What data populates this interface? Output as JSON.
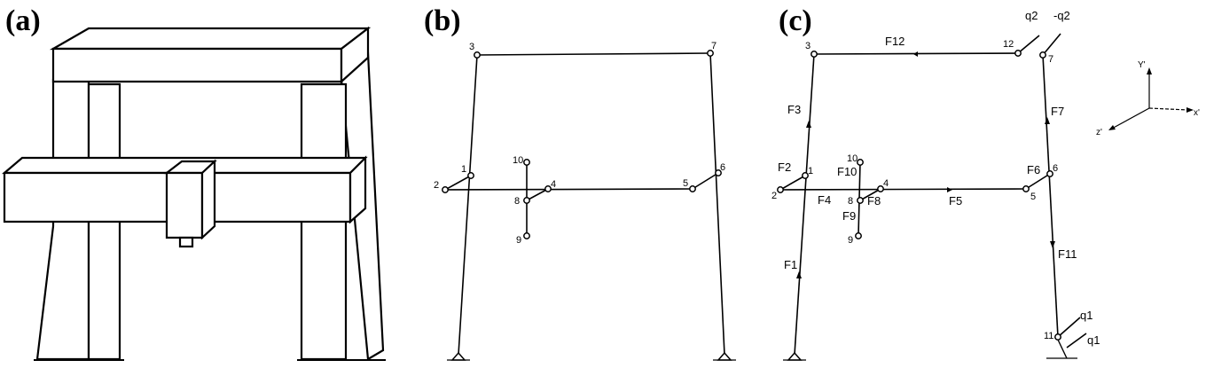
{
  "panels": {
    "a": {
      "label": "(a)"
    },
    "b": {
      "label": "(b)",
      "nodes": [
        {
          "id": "n3",
          "label": "3"
        },
        {
          "id": "n7",
          "label": "7"
        },
        {
          "id": "n1",
          "label": "1"
        },
        {
          "id": "n2",
          "label": "2"
        },
        {
          "id": "n10",
          "label": "10"
        },
        {
          "id": "n4",
          "label": "4"
        },
        {
          "id": "n8",
          "label": "8"
        },
        {
          "id": "n9",
          "label": "9"
        },
        {
          "id": "n5",
          "label": "5"
        },
        {
          "id": "n6",
          "label": "6"
        }
      ]
    },
    "c": {
      "label": "(c)",
      "nodes": [
        {
          "id": "n3",
          "label": "3"
        },
        {
          "id": "n12",
          "label": "12"
        },
        {
          "id": "n7",
          "label": "7"
        },
        {
          "id": "n1",
          "label": "1"
        },
        {
          "id": "n2",
          "label": "2"
        },
        {
          "id": "n10",
          "label": "10"
        },
        {
          "id": "n4",
          "label": "4"
        },
        {
          "id": "n8",
          "label": "8"
        },
        {
          "id": "n9",
          "label": "9"
        },
        {
          "id": "n5",
          "label": "5"
        },
        {
          "id": "n6",
          "label": "6"
        },
        {
          "id": "n11",
          "label": "11"
        }
      ],
      "forces": [
        {
          "id": "F12",
          "label": "F12"
        },
        {
          "id": "F3",
          "label": "F3"
        },
        {
          "id": "F7",
          "label": "F7"
        },
        {
          "id": "F2",
          "label": "F2"
        },
        {
          "id": "F10",
          "label": "F10"
        },
        {
          "id": "F6",
          "label": "F6"
        },
        {
          "id": "F4",
          "label": "F4"
        },
        {
          "id": "F8",
          "label": "F8"
        },
        {
          "id": "F9",
          "label": "F9"
        },
        {
          "id": "F5",
          "label": "F5"
        },
        {
          "id": "F11",
          "label": "F11"
        },
        {
          "id": "F1",
          "label": "F1"
        }
      ],
      "loads": {
        "q2": "q2",
        "neg_q2": "-q2",
        "q1_top": "q1",
        "q1_bottom": "q1"
      },
      "axes": {
        "y": "Y'",
        "x": "x'",
        "z": "z'"
      }
    }
  }
}
